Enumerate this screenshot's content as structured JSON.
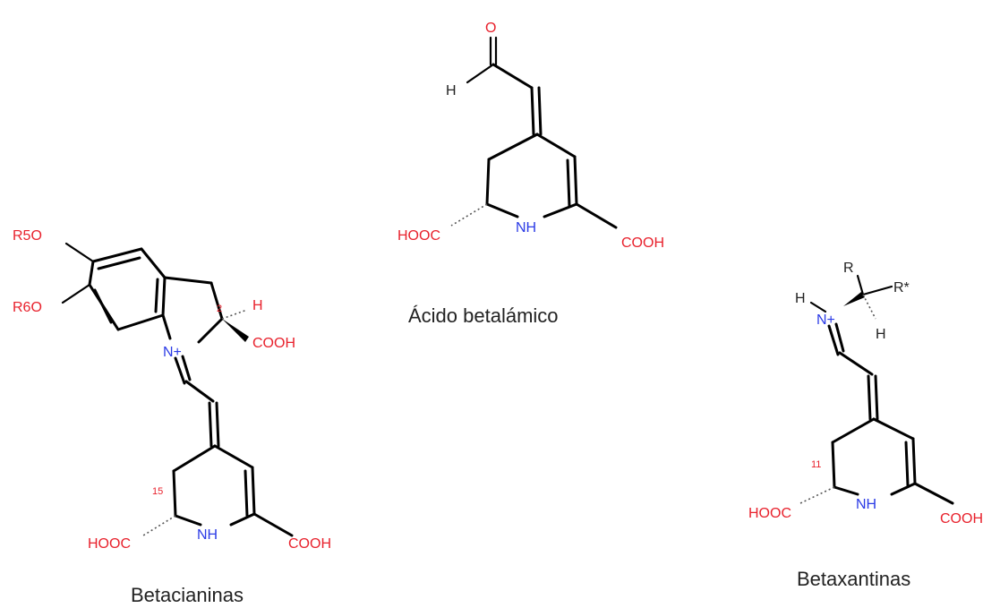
{
  "colors": {
    "hetero": "#e8212c",
    "nitrogen": "#2b3be6",
    "carbon": "#222222",
    "bond": "#000000"
  },
  "betalamic": {
    "caption": "Ácido betalámico",
    "o": "O",
    "h": "H",
    "nh": "NH",
    "hooc": "HOOC",
    "cooh": "COOH"
  },
  "betacyanin": {
    "caption": "Betacianinas",
    "r5o": "R5O",
    "r6o": "R6O",
    "n_plus": "N+",
    "h": "H",
    "cooh_top": "COOH",
    "locant_2": "2",
    "locant_15": "15",
    "nh": "NH",
    "hooc": "HOOC",
    "cooh": "COOH"
  },
  "betaxanthin": {
    "caption": "Betaxantinas",
    "r": "R",
    "r_star": "R*",
    "h_left": "H",
    "h_right": "H",
    "n_plus": "N+",
    "locant_11": "11",
    "nh": "NH",
    "hooc": "HOOC",
    "cooh": "COOH"
  }
}
